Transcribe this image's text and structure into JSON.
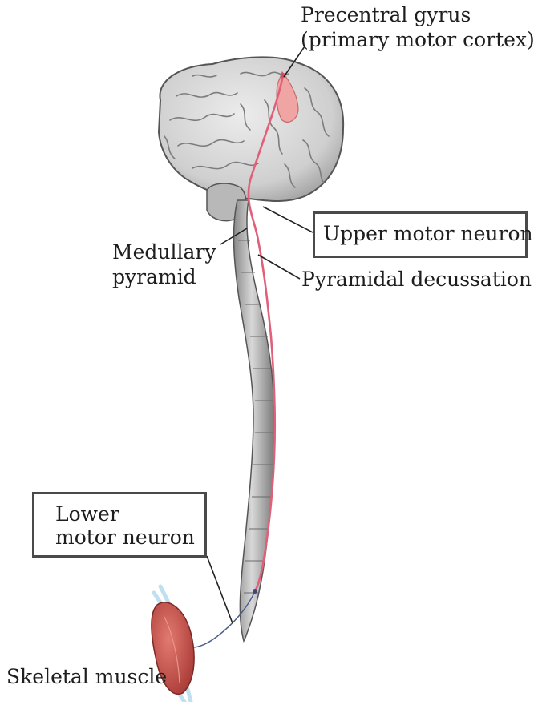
{
  "labels": {
    "precentral_line1": "Precentral gyrus",
    "precentral_line2": "(primary motor cortex)",
    "upper_motor_neuron": "Upper motor neuron",
    "medullary_line1": "Medullary",
    "medullary_line2": "pyramid",
    "pyramidal_decussation": "Pyramidal decussation",
    "lower_line1": "Lower",
    "lower_line2": "motor neuron",
    "skeletal_muscle": "Skeletal muscle"
  },
  "colors": {
    "neuron_pathway": "#e0607a",
    "motor_cortex_highlight": "#f0a5a5",
    "brain": "#d4d4d4",
    "spinal_cord": "#bdbdbd",
    "muscle": "#c94a44",
    "tendon": "#bfe1ef",
    "box_border": "#4a4a4a"
  }
}
